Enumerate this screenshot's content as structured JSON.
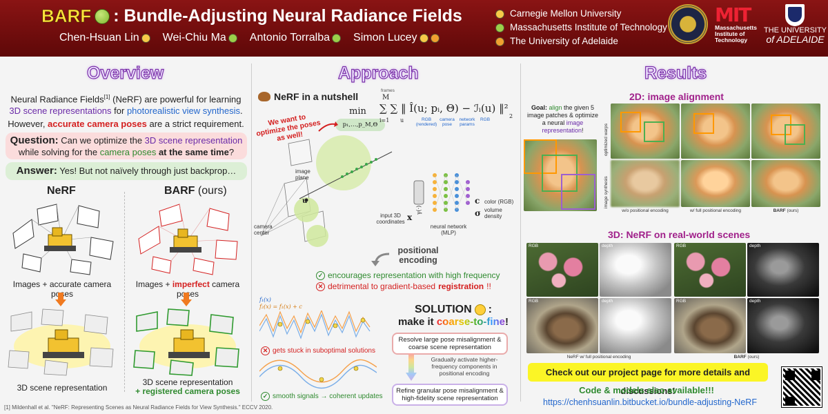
{
  "header": {
    "title_barf": "BARF",
    "title_rest": ": Bundle-Adjusting Neural Radiance Fields",
    "authors": [
      "Chen-Hsuan Lin",
      "Wei-Chiu Ma",
      "Antonio Torralba",
      "Simon Lucey"
    ],
    "affiliations": [
      "Carnegie Mellon University",
      "Massachusetts Institute of Technology",
      "The University of Adelaide"
    ],
    "mit_logo_lines": [
      "Massachusetts",
      "Institute of",
      "Technology"
    ],
    "adelaide_logo_lines": [
      "THE UNIVERSITY",
      "of ADELAIDE"
    ]
  },
  "overview": {
    "title": "Overview",
    "p1a": "Neural Radiance Fields",
    "p1_ref": "[1]",
    "p1b": " (NeRF) are powerful for learning",
    "p1c": "3D scene representations",
    "p1d": " for ",
    "p1e": "photorealistic view synthesis",
    "p1f": ".",
    "p2a": "However, ",
    "p2b": "accurate camera poses",
    "p2c": " are a strict requirement.",
    "q_label": "Question:",
    "q_a": " Can we optimize the ",
    "q_b": "3D scene representation",
    "q_c": "while solving for the ",
    "q_d": "camera poses",
    "q_e": " at the same time",
    "q_f": "?",
    "a_label": "Answer:",
    "a_text": " Yes! But not naïvely through just backprop…",
    "nerf_label": "NeRF",
    "barf_label": "BARF",
    "barf_ours": " (ours)",
    "nerf_caption": "Images + accurate camera poses",
    "barf_caption_a": "Images + ",
    "barf_caption_b": "imperfect",
    "barf_caption_c": " camera poses",
    "nerf_result": "3D scene representation",
    "barf_result_1": "3D scene representation",
    "barf_result_2": "+ registered camera poses",
    "footnote": "[1] Mildenhall et al. \"NeRF: Representing Scenes as Neural Radiance Fields for View Synthesis.\" ECCV 2020."
  },
  "approach": {
    "title": "Approach",
    "nutshell": "NeRF in a nutshell",
    "frames_label": "frames",
    "formula_min": "min",
    "formula_sub": "p₁,…,p_M,Θ",
    "formula_body": "∑ ∑ ‖ Î(u; pᵢ, Θ) − ℐᵢ(u) ‖²",
    "formula_M": "M",
    "formula_i1": "i=1",
    "formula_u": "u",
    "formula_2": "2",
    "lab_rgb_rendered": "RGB (rendered)",
    "lab_camera_pose": "camera pose",
    "lab_network_params": "network params",
    "lab_rgb": "RGB",
    "red_note": "We want to optimize the poses as well!",
    "image_plane": "image plane",
    "camera_center": "camera center",
    "u_label": "u",
    "input_coords": "input 3D coordinates",
    "x_label": "x",
    "gamma_label": "γ(·)",
    "mlp_label": "neural network (MLP)",
    "c_label": "c",
    "sigma_label": "σ",
    "color_rgb": "color (RGB)",
    "volume_density": "volume density",
    "pos_enc": "positional encoding",
    "check1": "encourages representation with high frequency",
    "check2a": "detrimental to gradient-based ",
    "check2b": "registration",
    "check2c": "!!",
    "f1": "f₁(x)",
    "f2": "f₂(x) = f₁(x) + c",
    "stuck": "gets stuck in suboptimal solutions",
    "smooth": "smooth signals → coherent updates",
    "sol_title": "SOLUTION",
    "sol_colon": ":",
    "sol_make": "make it ",
    "sol_c2f": "coarse-to-fine",
    "sol_bang": "!",
    "box1": "Resolve large pose misalignment & coarse scene representation",
    "mid": "Gradually activate higher-frequency components in positional encoding",
    "box2": "Refine granular pose misalignment & high-fidelity scene representation"
  },
  "results": {
    "title": "Results",
    "sub2d": "2D: image alignment",
    "goal_a": "Goal:",
    "goal_b": " align",
    "goal_c": " the given 5 image patches & optimize a neural ",
    "goal_d": "image representation",
    "goal_e": "!",
    "optimized_warps": "optimized warps",
    "image_synthesis": "image synthesis",
    "cap_wo": "w/o positional encoding",
    "cap_w": "w/ full positional encoding",
    "cap_barf": "BARF",
    "cap_ours": " (ours)",
    "sub3d": "3D: NeRF on real-world scenes",
    "rgb": "RGB",
    "depth": "depth",
    "cap_nerf_full": "NeRF w/ full positional encoding",
    "check_out": "Check out our project page for more details and discussions!",
    "code": "Code & models also available!!!",
    "url": "https://chenhsuanlin.bitbucket.io/bundle-adjusting-NeRF"
  }
}
